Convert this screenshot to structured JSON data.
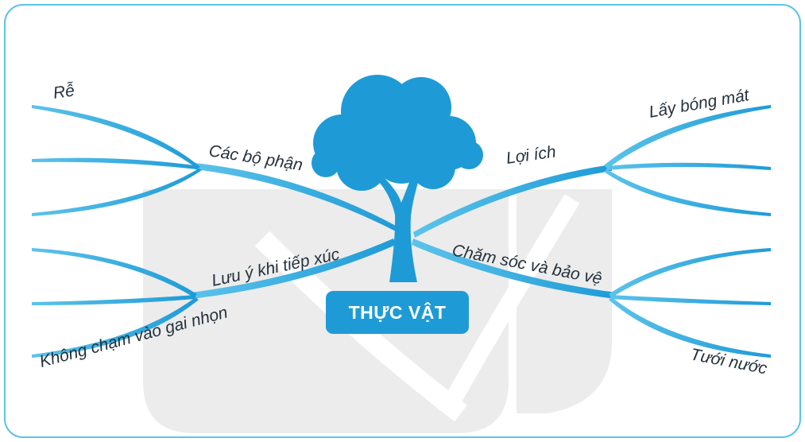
{
  "center": {
    "label": "THỰC VẬT"
  },
  "branches": {
    "parts": {
      "label": "Các bộ phận",
      "sub": [
        "Rễ"
      ]
    },
    "benefits": {
      "label": "Lợi ích",
      "sub": [
        "Lấy bóng mát"
      ]
    },
    "caution": {
      "label": "Lưu ý khi tiếp xúc",
      "sub": [
        "Không chạm vào gai nhọn"
      ]
    },
    "care": {
      "label": "Chăm sóc và bảo vệ",
      "sub": [
        "Tưới nước"
      ]
    }
  },
  "colors": {
    "accent": "#1e9bd7",
    "accent_light": "#5cc3ea",
    "text": "#24313c",
    "watermark": "#ececec"
  }
}
